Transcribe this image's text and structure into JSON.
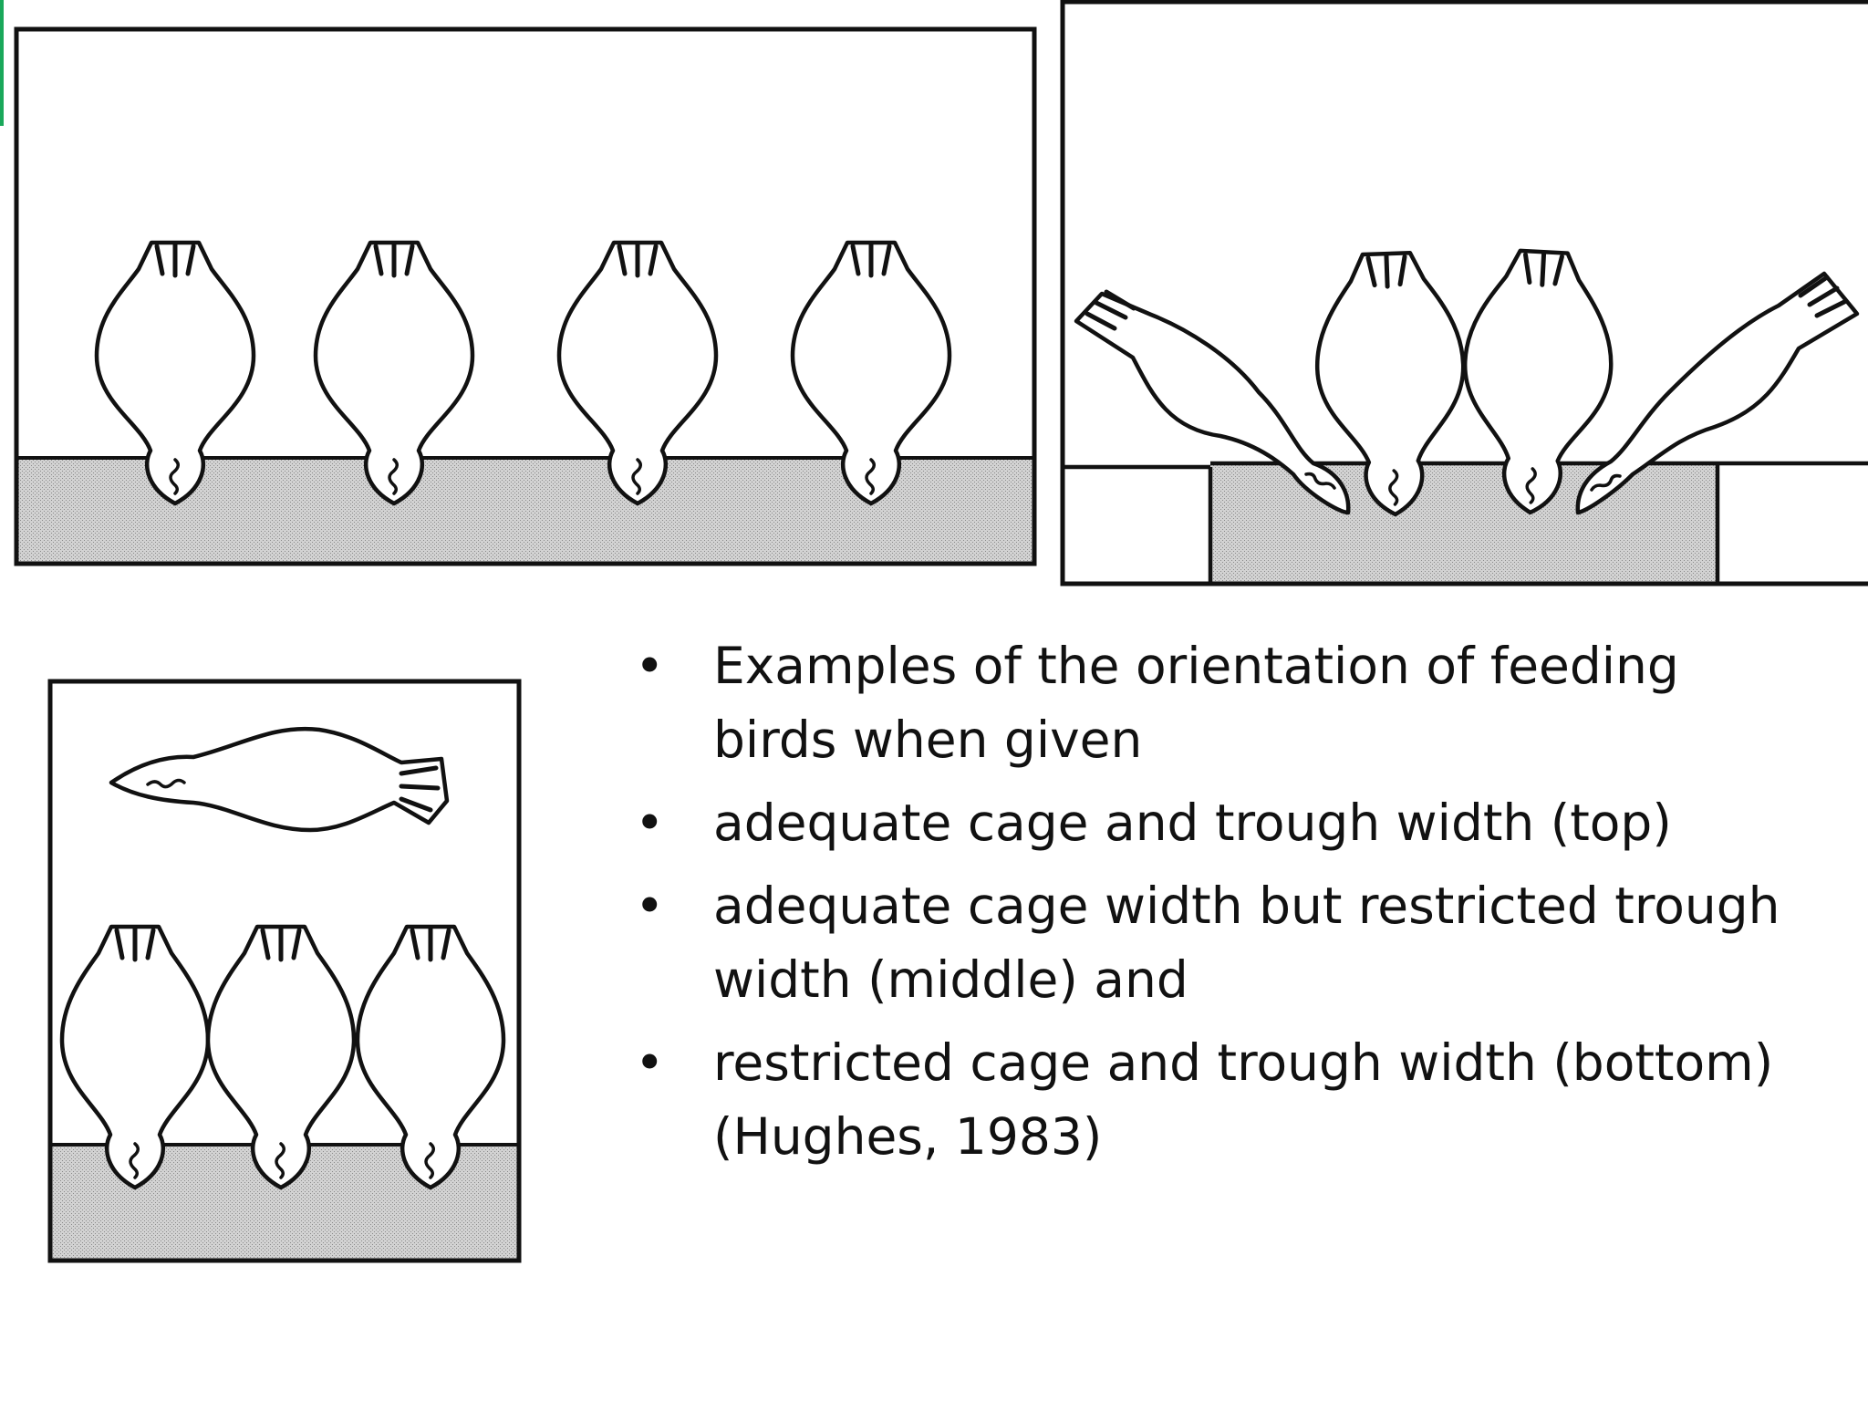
{
  "colors": {
    "accent": "#1aa85a",
    "ink": "#111111",
    "trough_fill": "#d2d2d2"
  },
  "panels": [
    {
      "name": "panel-top",
      "label": "adequate cage and trough width (top)"
    },
    {
      "name": "panel-middle",
      "label": "adequate cage width but restricted trough width (middle)"
    },
    {
      "name": "panel-bottom",
      "label": "restricted cage and trough width (bottom)"
    }
  ],
  "bullets": [
    {
      "marker": "•",
      "text": "Examples of the orientation of feeding birds when given"
    },
    {
      "marker": "•",
      "text": "adequate cage and trough width (top)"
    },
    {
      "marker": "•",
      "text": "adequate cage width but restricted trough width (middle) and"
    },
    {
      "marker": "•",
      "text": "restricted cage and trough width (bottom) (Hughes, 1983)"
    }
  ]
}
